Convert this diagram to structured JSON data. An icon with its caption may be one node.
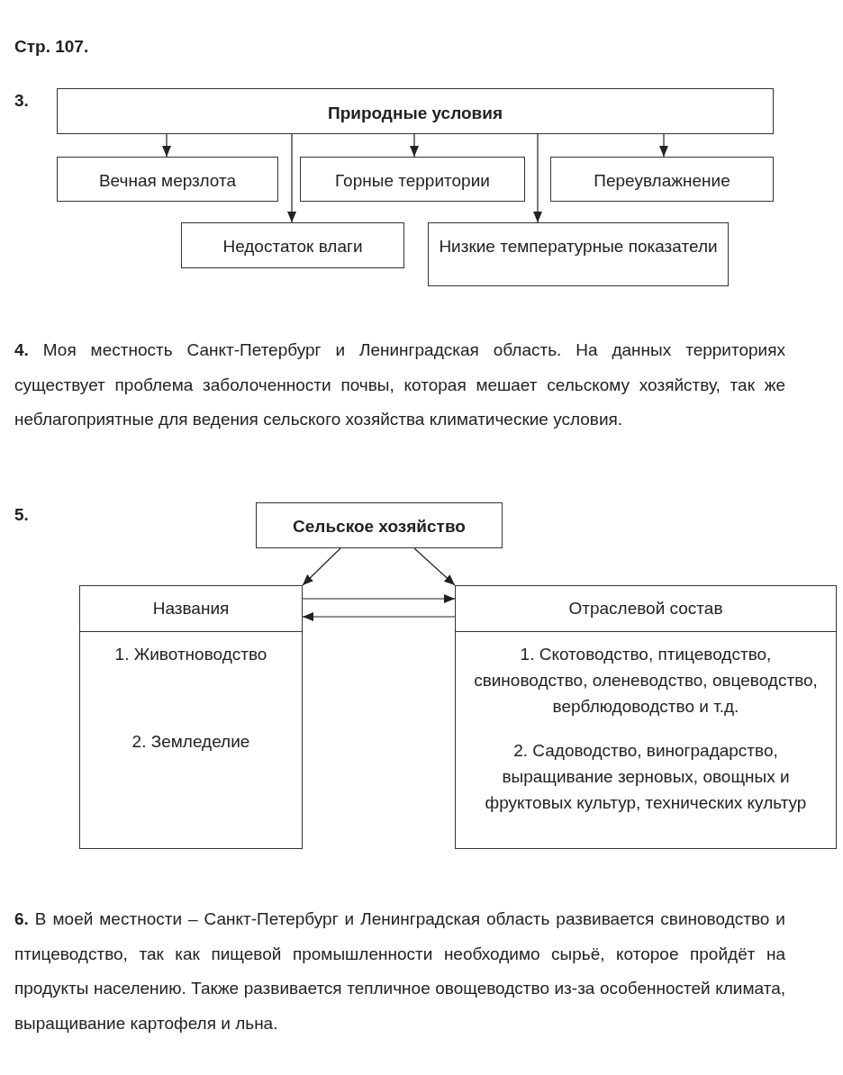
{
  "diagram": {
    "nodes": [
      {
        "text": [
          "Природные условия"
        ]
      },
      {
        "text": [
          "Вечная мерзлота"
        ]
      },
      {
        "text": [
          "Горные территории"
        ]
      },
      {
        "text": [
          "Переувлажнение"
        ]
      },
      {
        "text": [
          "Недостаток влаги"
        ]
      },
      {
        "text": [
          "Низкие температурные показатели"
        ]
      },
      {
        "text": [
          "Сельское хозяйство"
        ]
      },
      {
        "text": [
          "Названия",
          "1. Животноводство",
          "2. Земледелие"
        ]
      },
      {
        "text": [
          "Отраслевой состав",
          "1. Скотоводство, птицеводство, свиноводство, оленеводство, овцеводство, верблюдоводство и т.д.",
          "2. Садоводство, виноградарство, выращивание зерновых, овощных и фруктовых культур, технических культур"
        ]
      }
    ],
    "edges": [
      {
        "from": 0,
        "to": 1,
        "arrow": "to"
      },
      {
        "from": 0,
        "to": 2,
        "arrow": "to"
      },
      {
        "from": 0,
        "to": 3,
        "arrow": "to"
      },
      {
        "from": 0,
        "to": 4,
        "arrow": "to"
      },
      {
        "from": 0,
        "to": 5,
        "arrow": "to"
      },
      {
        "from": 6,
        "to": 7,
        "arrow": "to"
      },
      {
        "from": 6,
        "to": 8,
        "arrow": "to"
      },
      {
        "from": 7,
        "to": 8,
        "arrow": "to"
      },
      {
        "from": 8,
        "to": 7,
        "arrow": "to"
      }
    ],
    "labels": [
      "Стр. 107.",
      "3.",
      "**4.** Моя местность Санкт-Петербург и Ленинградская область. На данных территориях существует проблема заболоченности почвы, которая мешает сельскому хозяйству, так же неблагоприятные для ведения сельского хозяйства климатические условия.",
      "5.",
      "**6.** В моей местности – Санкт-Петербург и Ленинградская область развивается свиноводство и птицеводство, так как пищевой промышленности необходимо сырьё, которое пройдёт на продукты населению. Также развивается тепличное овощеводство из-за особенностей климата, выращивание картофеля и льна."
    ]
  }
}
